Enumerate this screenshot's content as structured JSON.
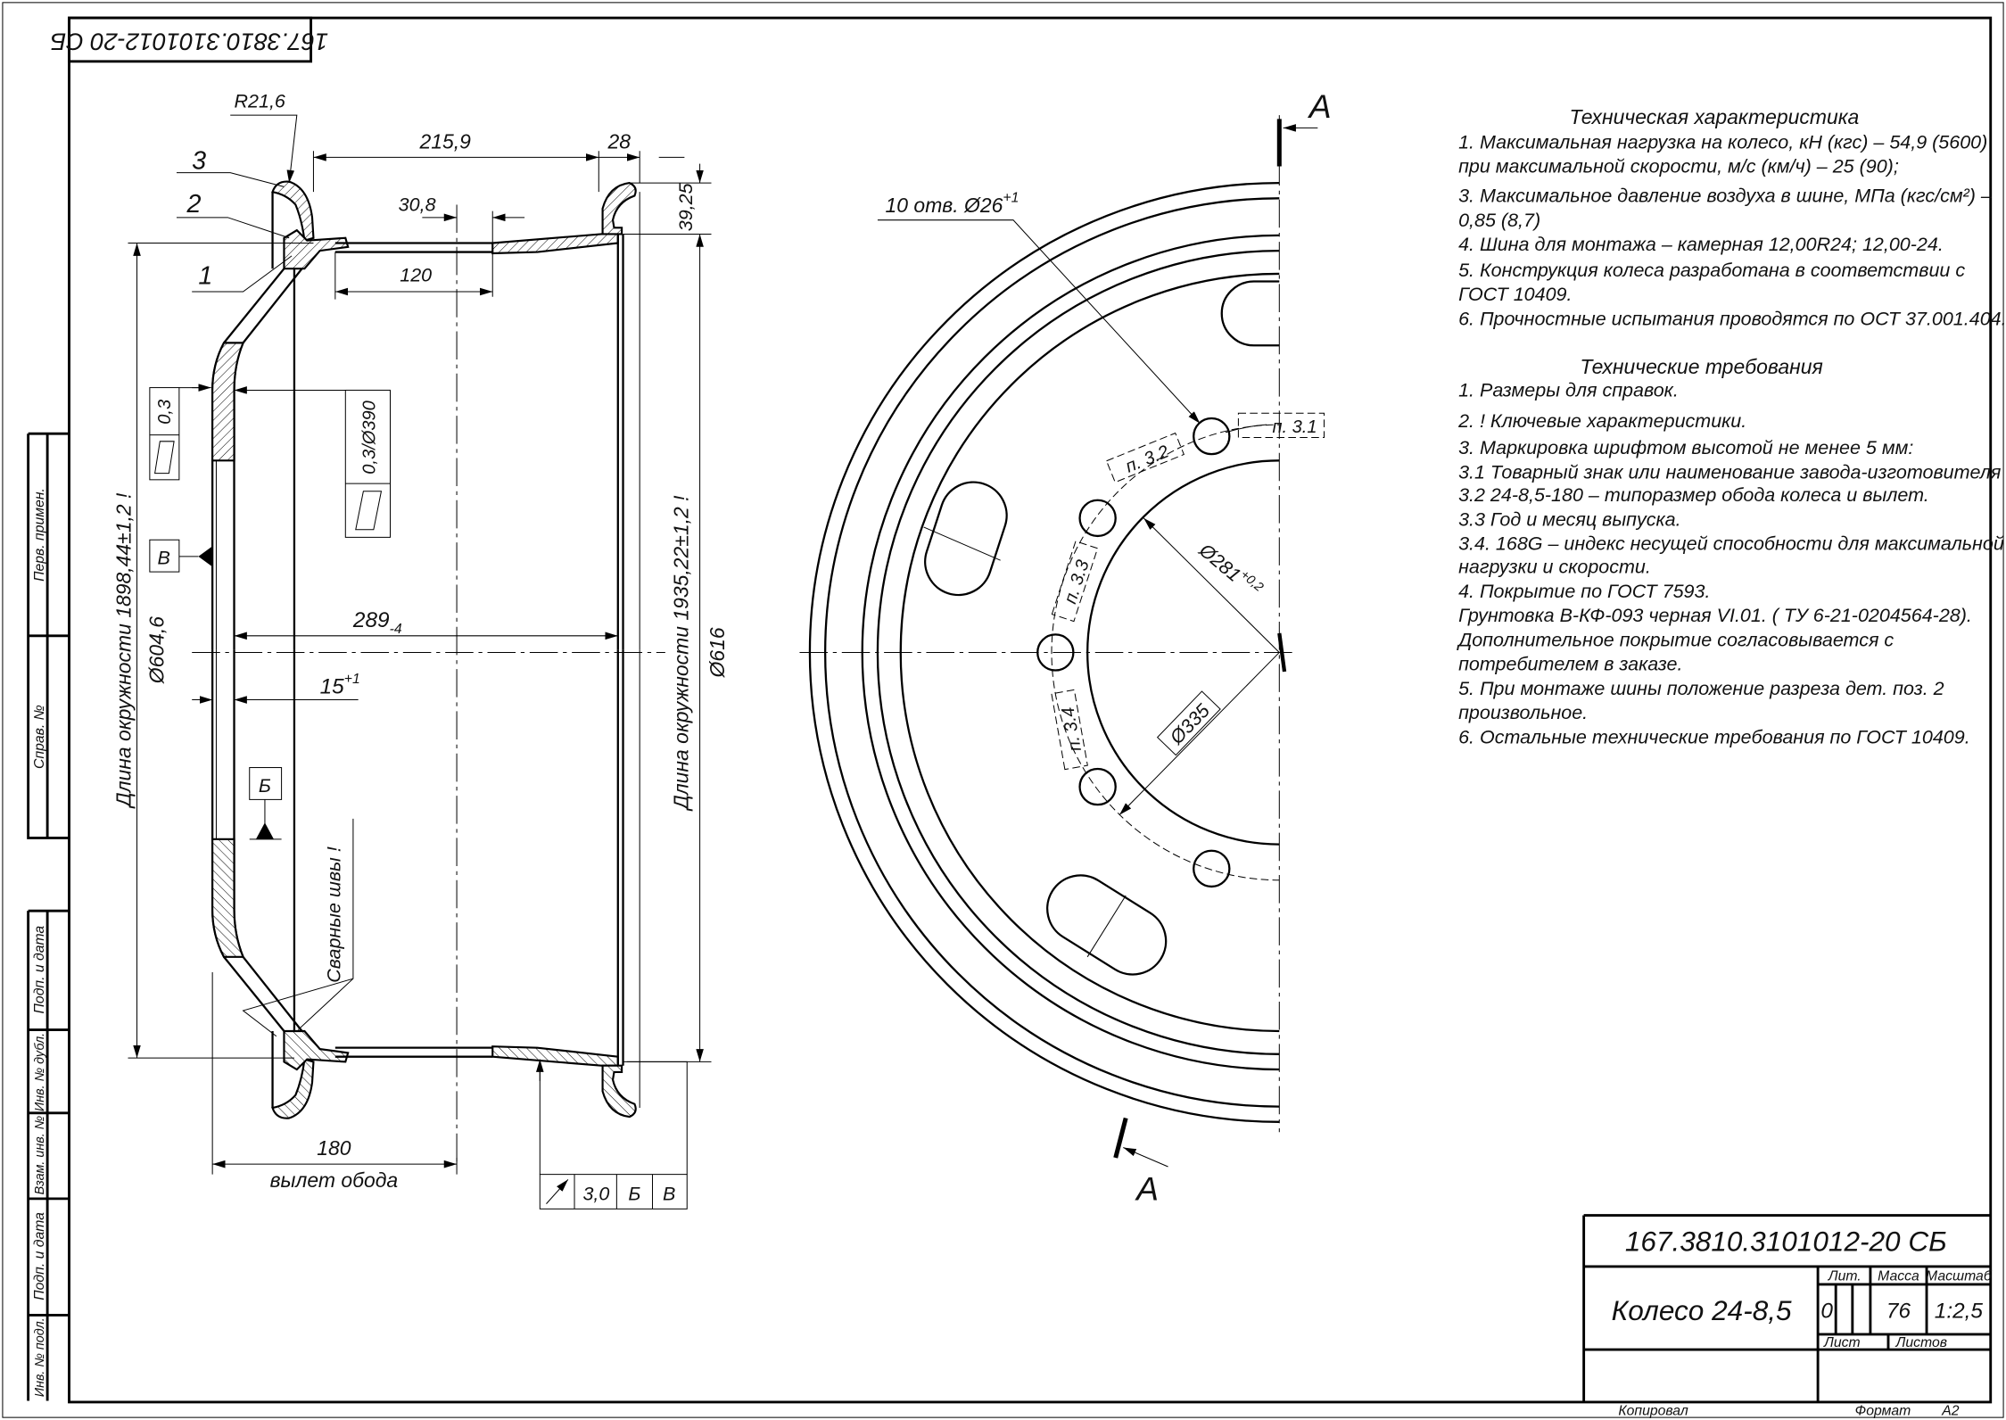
{
  "document": {
    "code": "167.3810.3101012-20 СБ",
    "title": "Колесо 24-8,5"
  },
  "side_strip": [
    "Перв. примен.",
    "Справ. №",
    "Подп. и дата",
    "Инв. № дубл.",
    "Взам. инв. №",
    "Подп. и дата",
    "Инв. № подл."
  ],
  "section_view": {
    "r": "R21,6",
    "pos1": "1",
    "pos2": "2",
    "pos3": "3",
    "dim_215": "215,9",
    "dim_28": "28",
    "dim_3925": "39,25",
    "dim_308": "30,8",
    "dim_120": "120",
    "dim_289": "289",
    "dim_289_tol": "-4",
    "dim_15": "15",
    "dim_15_tol": "+1",
    "dim_180": "180",
    "offset_label": "вылет обода",
    "left_circ": "Длина окружности 1898,44±1,2 !",
    "left_dia": "Ø604,6",
    "right_circ": "Длина окружности 1935,22±1,2 !",
    "right_dia": "Ø616",
    "flatness1": "0,3",
    "flatness2": "0,3/Ø390",
    "datum_b": "В",
    "datum_be": "Б",
    "weld": "Сварные швы !",
    "runout": {
      "value": "3,0",
      "datum1": "Б",
      "datum2": "В"
    }
  },
  "front_view": {
    "section_letter": "A",
    "holes": "10 отв. Ø26",
    "holes_tol": "+1",
    "p31": "п. 3.1",
    "p32": "п. 3.2",
    "p33": "п. 3.3",
    "p34": "п. 3.4",
    "d281": "Ø281",
    "d281_tol": "+0,2",
    "d335": "Ø335"
  },
  "specs": {
    "title": "Техническая характеристика",
    "lines": [
      "1. Максимальная нагрузка на колесо, кН (кгс) – 54,9 (5600)",
      "при максимальной скорости, м/с (км/ч) – 25 (90);",
      "3. Максимальное давление воздуха в шине, МПа (кгс/см²) –",
      "0,85 (8,7)",
      "4. Шина для монтажа – камерная 12,00R24; 12,00-24.",
      "5. Конструкция колеса разработана в соответствии с",
      "ГОСТ 10409.",
      "6. Прочностные испытания проводятся по ОСТ 37.001.404."
    ]
  },
  "requirements": {
    "title": "Технические требования",
    "lines": [
      "1. Размеры для справок.",
      "2. ! Ключевые характеристики.",
      "3. Маркировка шрифтом высотой не менее 5 мм:",
      "3.1 Товарный знак или наименование завода-изготовителя",
      "3.2 24-8,5-180 – типоразмер обода колеса и вылет.",
      "3.3 Год и месяц выпуска.",
      "3.4. 168G – индекс несущей способности для максимальной",
      "нагрузки и скорости.",
      "4. Покрытие по ГОСТ 7593.",
      "Грунтовка В-КФ-093 черная VI.01. ( ТУ 6-21-0204564-28).",
      "Дополнительное покрытие согласовывается с",
      "потребителем в заказе.",
      "5. При монтаже шины положение разреза дет. поз. 2",
      "произвольное.",
      "6. Остальные технические требования по ГОСТ 10409."
    ]
  },
  "title_block": {
    "code": "167.3810.3101012-20 СБ",
    "name": "Колесо 24-8,5",
    "lit_label": "Лит.",
    "mass_label": "Масса",
    "scale_label": "Масштаб",
    "lit_value": "0",
    "mass_value": "76",
    "scale_value": "1:2,5",
    "sheet_label": "Лист",
    "sheets_label": "Листов",
    "copied_label": "Копировал",
    "format_label": "Формат",
    "format_value": "А2"
  }
}
